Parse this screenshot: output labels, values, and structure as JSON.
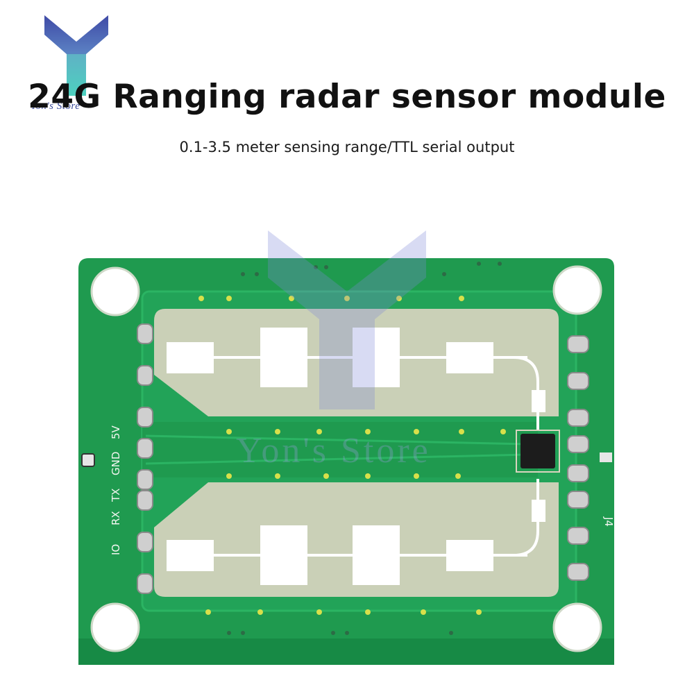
{
  "brand": {
    "store_name": "Yon's Store",
    "colors": {
      "logo_top": "#3f4aa6",
      "logo_bottom": "#2fc7b4"
    }
  },
  "header": {
    "title": "24G Ranging radar sensor module",
    "subtitle": "0.1-3.5 meter sensing range/TTL serial output"
  },
  "board": {
    "pin_labels": [
      "5V",
      "GND",
      "TX",
      "RX",
      "IO"
    ],
    "connector_label": "J4",
    "colors": {
      "pcb": "#1f9a4f",
      "pcb_edge": "#178a45",
      "antenna": "#d9d4bf",
      "pad": "#ffffff",
      "chip": "#1c1c1c"
    }
  },
  "watermark": {
    "text": "Yon's Store"
  }
}
